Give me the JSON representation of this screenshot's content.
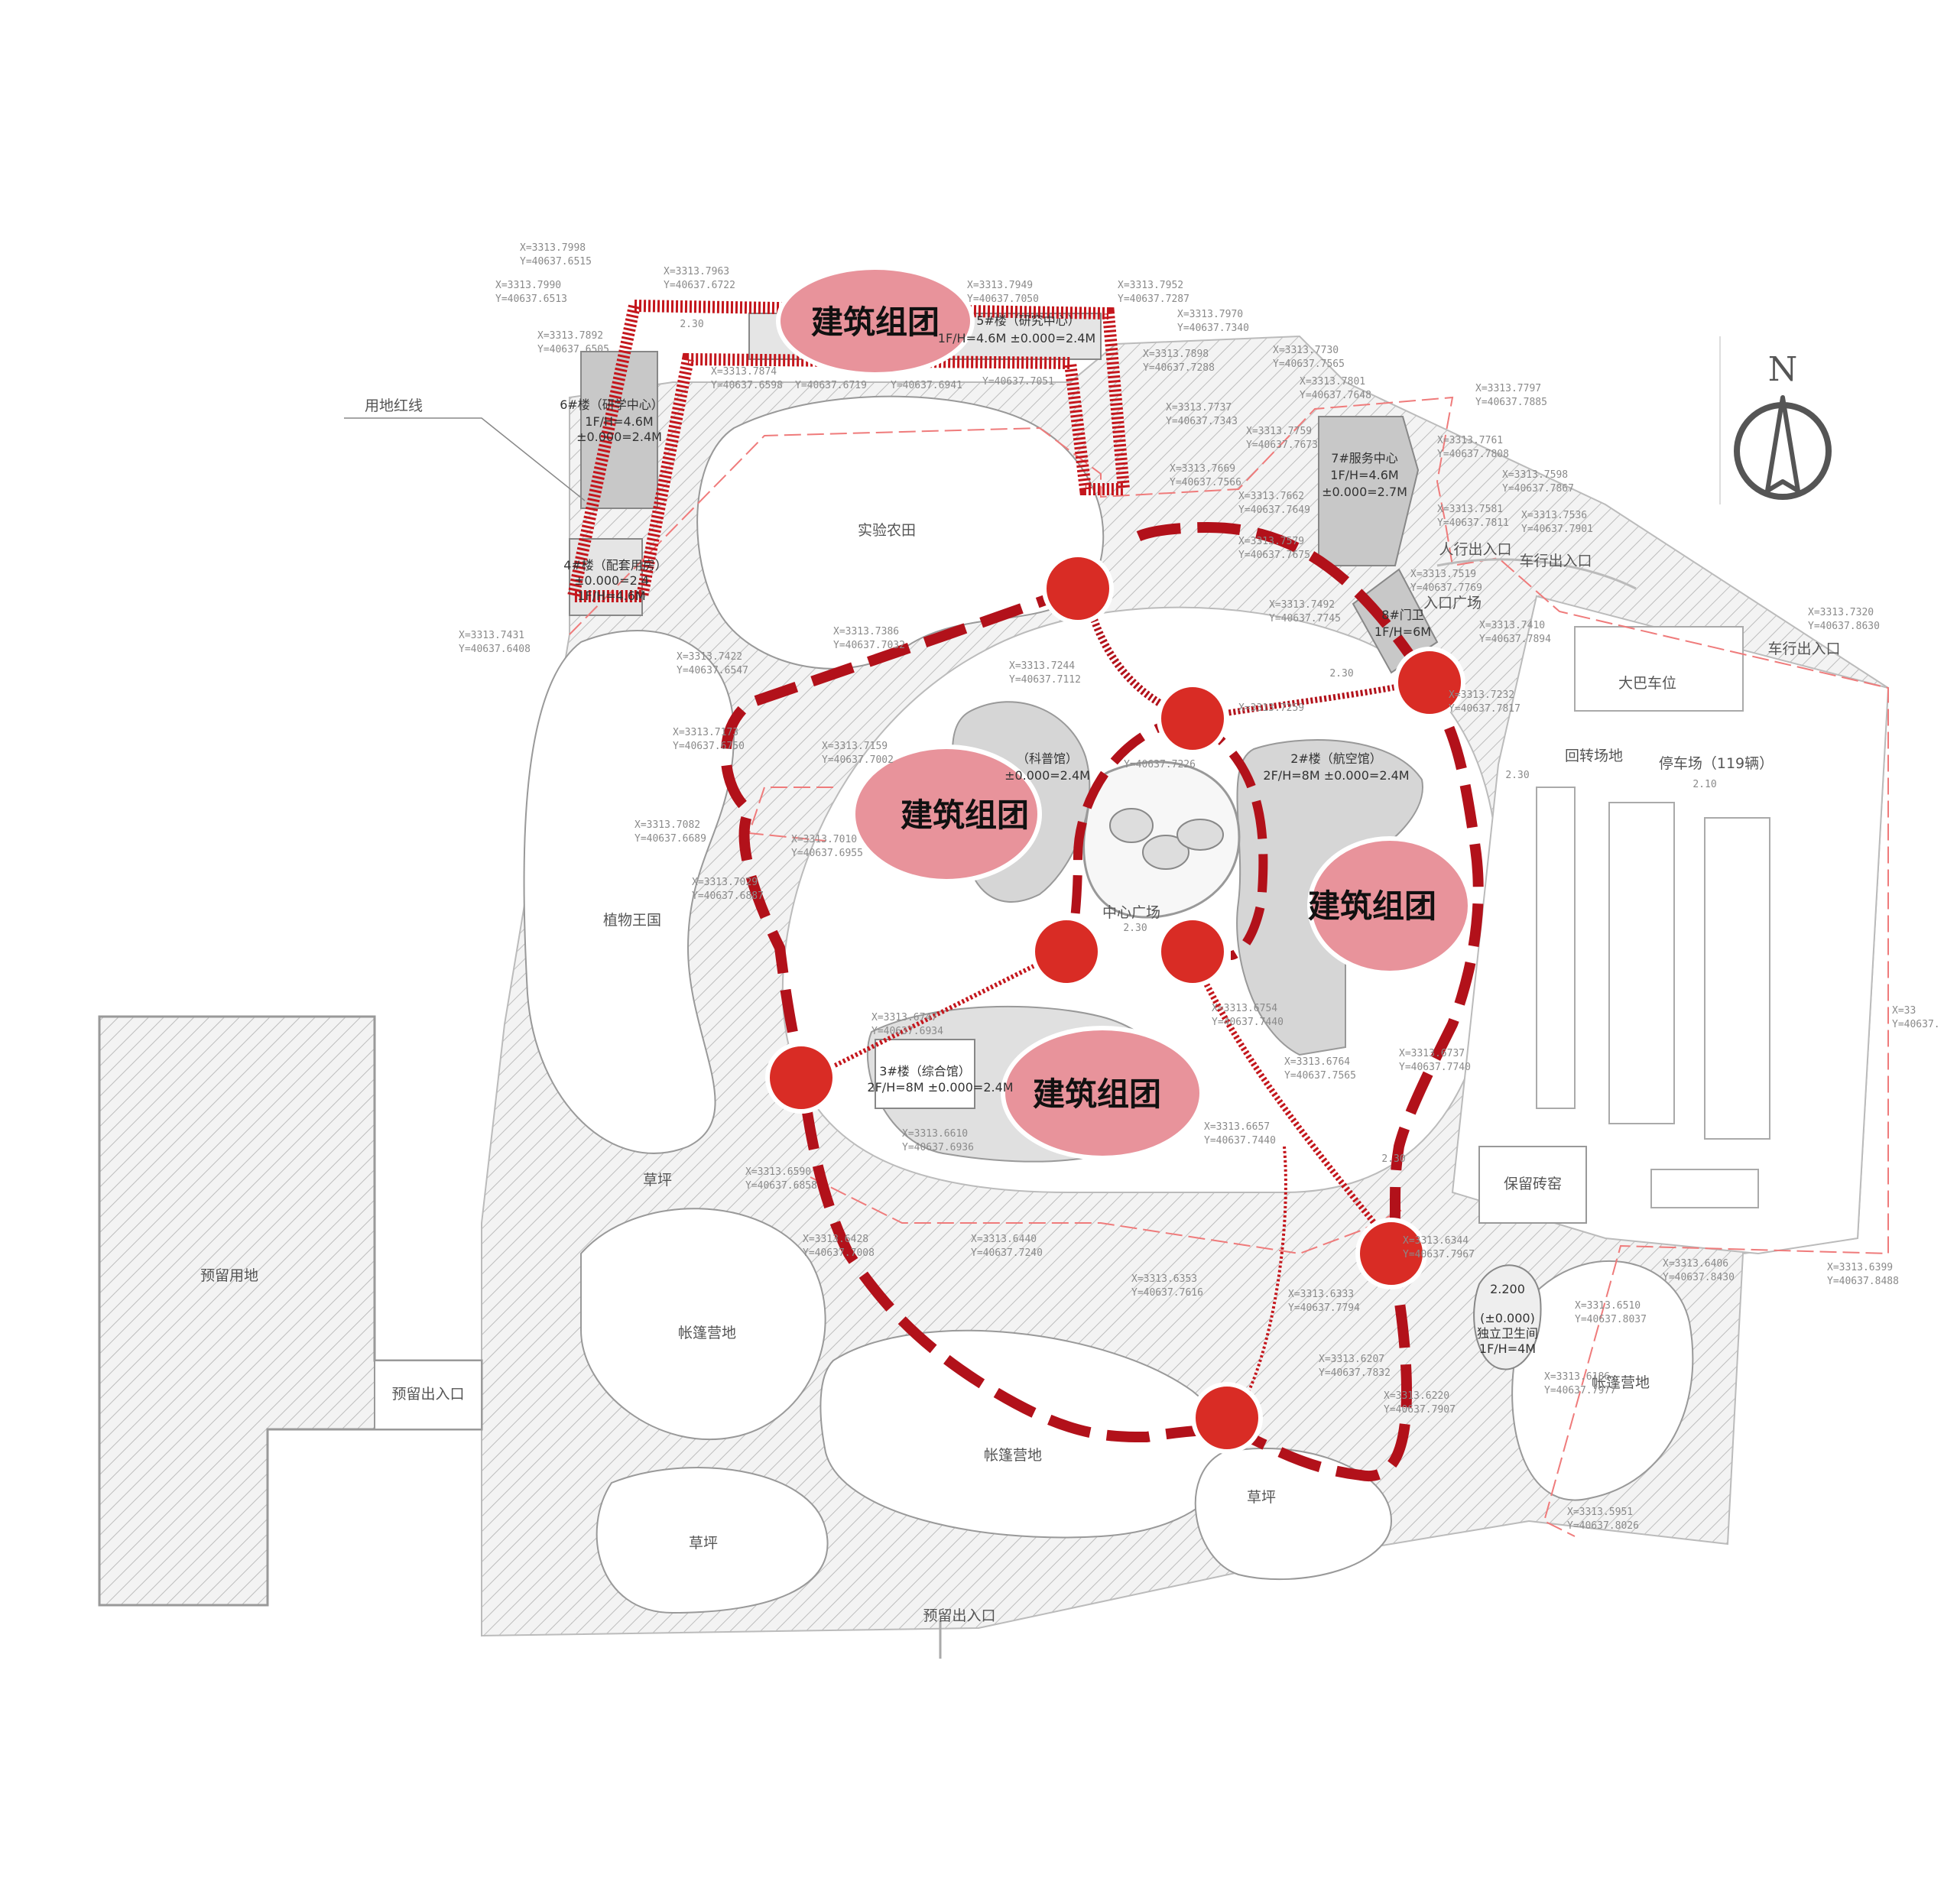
{
  "map": {
    "cluster_label": "建筑组团",
    "compass": {
      "letter": "N"
    },
    "site_boundary_label": "用地红线",
    "zones": {
      "field": "实验农田",
      "plants": "植物王国",
      "reserved": "预留用地",
      "lawn": "草坪",
      "camp": "帐篷营地",
      "center": "中心广场",
      "entrance_square": "入口广场",
      "parking": "停车场（119辆）",
      "bus": "大巴车位",
      "turnaround": "回转场地",
      "kiln": "保留砖窑",
      "reserved_gate": "预留出入口",
      "ped_gate": "人行出入口",
      "car_gate": "车行出入口"
    },
    "buildings": {
      "b7": [
        "7#服务中心",
        "1F/H=4.6M",
        "±0.000=2.7M"
      ],
      "b2": [
        "2#楼（航空馆）",
        "2F/H=8M ±0.000=2.4M"
      ],
      "b1": [
        "（科普馆）",
        "±0.000=2.4M"
      ],
      "b3": [
        "3#楼（综合馆）",
        "2F/H=8M ±0.000=2.4M"
      ],
      "b6": [
        "6#楼（研学中心）",
        "1F/H=4.6M",
        "±0.000=2.4M"
      ],
      "b5": [
        "5#楼（研究中心）",
        "1F/H=4.6M ±0.000=2.4M"
      ],
      "b4": [
        "4#楼（配套用房）",
        "±0.000=2.4",
        "1F/H=4.6M"
      ],
      "gate": [
        "8#门卫",
        "1F/H=6M"
      ],
      "toilet": [
        "2.200",
        "(±0.000)",
        "独立卫生间",
        "1F/H=4M"
      ]
    },
    "elevations": [
      "2.30",
      "2.30",
      "2.30",
      "2.30",
      "2.10",
      "2.30"
    ],
    "coordinates": {
      "c01": [
        "X=3313.7998",
        "Y=40637.6515"
      ],
      "c02": [
        "X=3313.7990",
        "Y=40637.6513"
      ],
      "c03": [
        "X=3313.7963",
        "Y=40637.6722"
      ],
      "c04": [
        "X=3313.7949",
        "Y=40637.7050"
      ],
      "c05": [
        "X=3313.7952",
        "Y=40637.7287"
      ],
      "c06": [
        "X=3313.7970",
        "Y=40637.7340"
      ],
      "c07": [
        "X=3313.7892",
        "Y=40637.6505"
      ],
      "c08": [
        "X=3313.7898",
        "Y=40637.7288"
      ],
      "c09": [
        "X=3313.7874",
        "Y=40637.6598"
      ],
      "c10": [
        "Y=40637.6719"
      ],
      "c11": [
        "Y=40637.6941"
      ],
      "c12": [
        "Y=40637.7051"
      ],
      "c13": [
        "X=3313.7737",
        "Y=40637.7343"
      ],
      "c14": [
        "X=3313.7730",
        "Y=40637.7565"
      ],
      "c15": [
        "X=3313.7801",
        "Y=40637.7648"
      ],
      "c16": [
        "X=3313.7797",
        "Y=40637.7885"
      ],
      "c17": [
        "X=3313.7759",
        "Y=40637.7673"
      ],
      "c18": [
        "X=3313.7761",
        "Y=40637.7808"
      ],
      "c19": [
        "X=3313.7669",
        "Y=40637.7566"
      ],
      "c20": [
        "X=3313.7598",
        "Y=40637.7867"
      ],
      "c21": [
        "X=3313.7662",
        "Y=40637.7649"
      ],
      "c22": [
        "X=3313.7581",
        "Y=40637.7811"
      ],
      "c23": [
        "X=3313.7536",
        "Y=40637.7901"
      ],
      "c24": [
        "X=3313.7579",
        "Y=40637.7675"
      ],
      "c25": [
        "X=3313.7519",
        "Y=40637.7769"
      ],
      "c26": [
        "X=3313.7492",
        "Y=40637.7745"
      ],
      "c27": [
        "X=3313.7410",
        "Y=40637.7894"
      ],
      "c28": [
        "X=3313.7320",
        "Y=40637.8630"
      ],
      "c29": [
        "X=3313.7431",
        "Y=40637.6408"
      ],
      "c30": [
        "X=3313.7386",
        "Y=40637.7032"
      ],
      "c31": [
        "X=3313.7422",
        "Y=40637.6547"
      ],
      "c32": [
        "X=3313.7244",
        "Y=40637.7112"
      ],
      "c33": [
        "X=3313.7259",
        "Y=40637.7226"
      ],
      "c34": [
        "X=3313.7232",
        "Y=40637.7817"
      ],
      "c35": [
        "X=3313.7173",
        "Y=40637.6750"
      ],
      "c36": [
        "X=3313.7159",
        "Y=40637.7002"
      ],
      "c37": [
        "X=3313.7082",
        "Y=40637.6689"
      ],
      "c38": [
        "X=3313.7010",
        "Y=40637.6955"
      ],
      "c39": [
        "X=3313.7029",
        "Y=40637.6887"
      ],
      "c40": [
        "X=3313.6747",
        "Y=40637.6934"
      ],
      "c41": [
        "X=3313.6754",
        "Y=40637.7440"
      ],
      "c42": [
        "X=3313.6764",
        "Y=40637.7565"
      ],
      "c43": [
        "X=3313.6737",
        "Y=40637.7740"
      ],
      "c44": [
        "X=3313.6610",
        "Y=40637.6936"
      ],
      "c45": [
        "X=3313.6657",
        "Y=40637.7440"
      ],
      "c46": [
        "X=3313.6590",
        "Y=40637.6858"
      ],
      "c47": [
        "X=3313.6428",
        "Y=40637.7008"
      ],
      "c48": [
        "X=3313.6440",
        "Y=40637.7240"
      ],
      "c49": [
        "X=3313.6353",
        "Y=40637.7616"
      ],
      "c50": [
        "X=3313.6333",
        "Y=40637.7794"
      ],
      "c51": [
        "X=3313.6344",
        "Y=40637.7967"
      ],
      "c52": [
        "X=3313.6406",
        "Y=40637.8430"
      ],
      "c53": [
        "X=3313.6399",
        "Y=40637.8488"
      ],
      "c54": [
        "X=3313.6510",
        "Y=40637.8037"
      ],
      "c55": [
        "X=3313.6207",
        "Y=40637.7832"
      ],
      "c56": [
        "X=3313.6220",
        "Y=40637.7907"
      ],
      "c57": [
        "X=3313.6186",
        "Y=40637.7977"
      ],
      "c58": [
        "X=3313.5951",
        "Y=40637.8026"
      ],
      "c59": [
        "X=33",
        "Y=40637."
      ]
    }
  }
}
